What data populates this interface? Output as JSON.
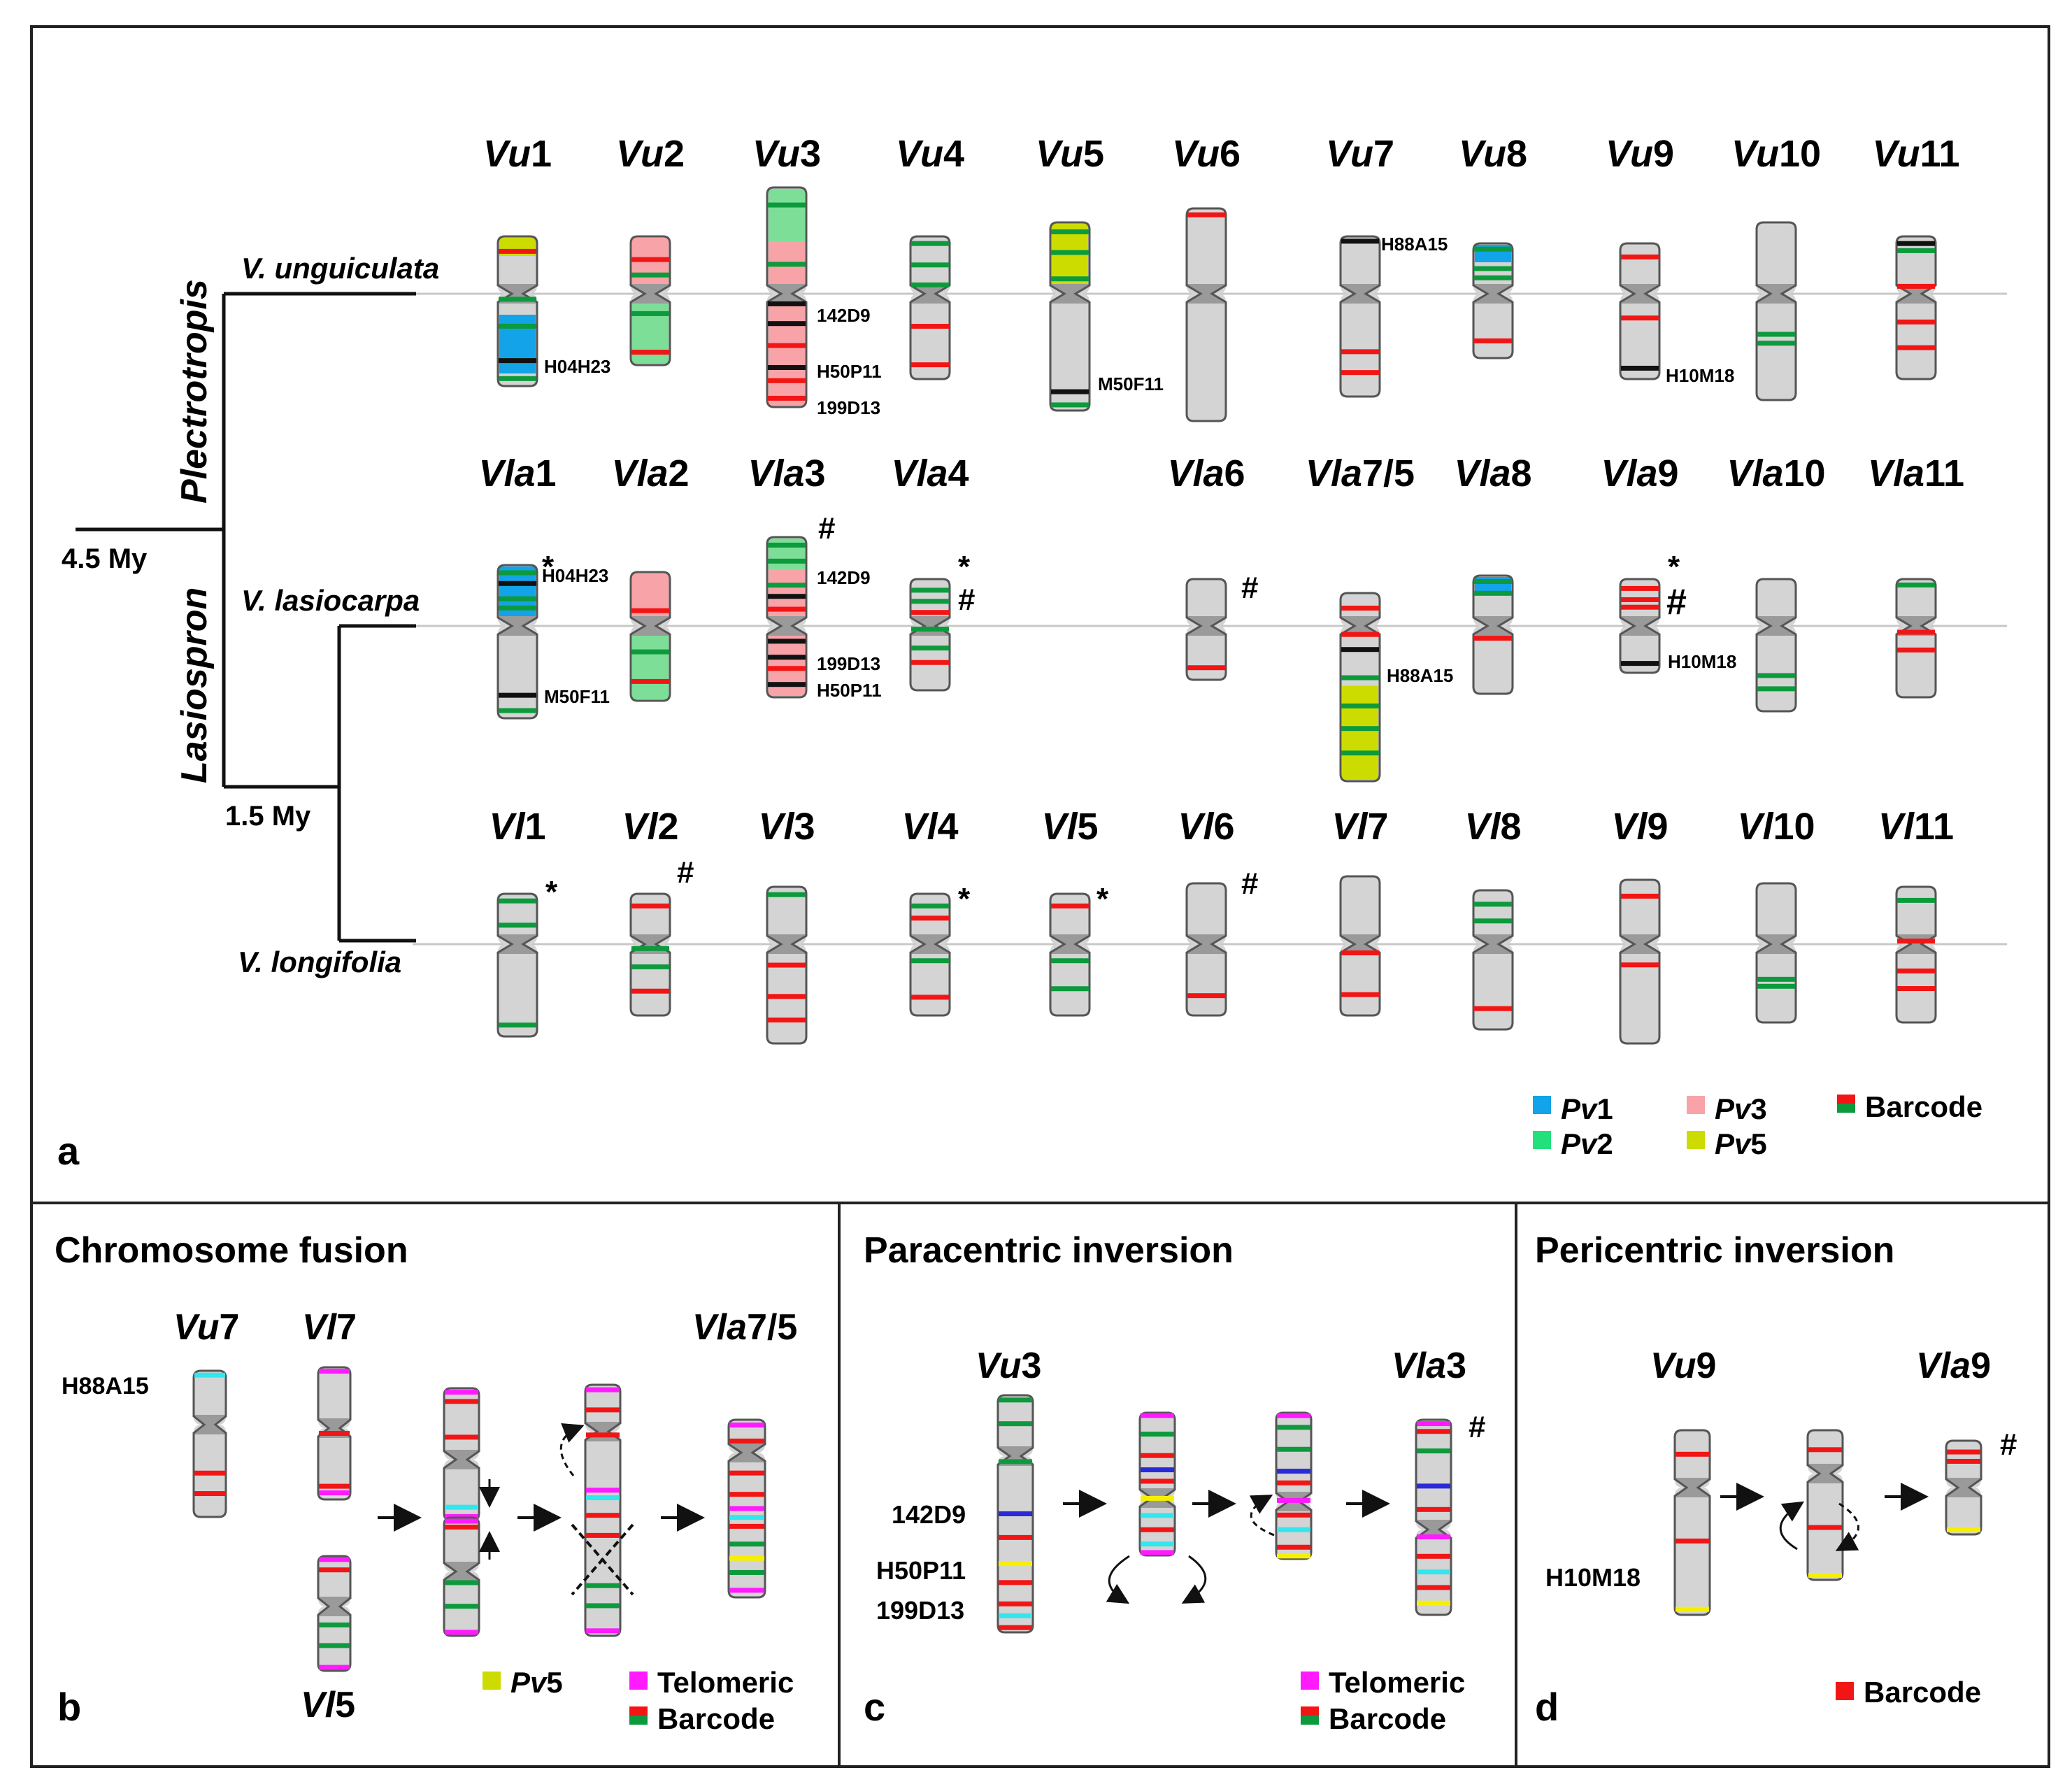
{
  "panel_letters": {
    "a": "a",
    "b": "b",
    "c": "c",
    "d": "d"
  },
  "tree": {
    "clades": {
      "upper": "Plectrotropis",
      "lower": "Lasiospron"
    },
    "species": {
      "vu": "V. unguiculata",
      "vla": "V. lasiocarpa",
      "vl": "V. longifolia"
    },
    "ages": {
      "root": "4.5 My",
      "inner": "1.5 My"
    }
  },
  "colors": {
    "grey": "#d4d4d4",
    "pv1": "#12a3e8",
    "pv2": "#7ddf97",
    "pv3": "#f8a3a8",
    "pv5": "#cddc00",
    "red": "#f21515",
    "green": "#0d9a3c",
    "black": "#111111",
    "magenta": "#ff1aff",
    "cyan": "#33e6ee",
    "blue": "#2a2ad8",
    "yellow": "#f6f000"
  },
  "legend_a": {
    "pv1": {
      "pre": "Pv",
      "num": "1"
    },
    "pv2": {
      "pre": "Pv",
      "num": "2"
    },
    "pv3": {
      "pre": "Pv",
      "num": "3"
    },
    "pv5": {
      "pre": "Pv",
      "num": "5"
    },
    "barcode": "Barcode"
  },
  "rows": [
    {
      "prefix": "Vu",
      "chroms": [
        {
          "n": "1",
          "top": [
            {
              "c": "pv5",
              "f": 0,
              "t": 0.4
            }
          ],
          "bottom": [
            {
              "c": "pv1",
              "f": 0.15,
              "t": 0.85
            }
          ],
          "bands": [
            0.12,
            0.38,
            0.55,
            0.8,
            0.94
          ],
          "bcol": [
            "red",
            "green",
            "green",
            "black",
            "green"
          ]
        },
        {
          "n": "2",
          "top": [
            {
              "c": "pv3",
              "f": 0,
              "t": 1
            }
          ],
          "bottom": [
            {
              "c": "pv2",
              "f": 0,
              "t": 1
            }
          ]
        },
        {
          "n": "3",
          "top": [
            {
              "c": "pv2",
              "f": 0,
              "t": 0.55
            },
            {
              "c": "pv3",
              "f": 0.55,
              "t": 1
            }
          ],
          "bottom": [
            {
              "c": "pv3",
              "f": 0,
              "t": 1
            }
          ]
        },
        {
          "n": "4"
        },
        {
          "n": "5",
          "top": [
            {
              "c": "pv5",
              "f": 0,
              "t": 1
            }
          ]
        },
        {
          "n": "6"
        },
        {
          "n": "7"
        },
        {
          "n": "8",
          "top": [
            {
              "c": "pv1",
              "f": 0,
              "t": 0.45
            }
          ]
        },
        {
          "n": "9"
        },
        {
          "n": "10"
        },
        {
          "n": "11"
        }
      ]
    },
    {
      "prefix": "Vla",
      "chroms": [
        {
          "n": "1",
          "top": [
            {
              "c": "pv1",
              "f": 0,
              "t": 1
            }
          ]
        },
        {
          "n": "2",
          "top": [
            {
              "c": "pv3",
              "f": 0,
              "t": 1
            }
          ],
          "bottom": [
            {
              "c": "pv2",
              "f": 0,
              "t": 1
            }
          ]
        },
        {
          "n": "3",
          "top": [
            {
              "c": "pv2",
              "f": 0,
              "t": 0.4
            },
            {
              "c": "pv3",
              "f": 0.4,
              "t": 1
            }
          ],
          "bottom": [
            {
              "c": "pv3",
              "f": 0,
              "t": 1
            }
          ]
        },
        {
          "n": "4"
        },
        {
          "n": "6"
        },
        {
          "n": "7/5",
          "bottom": [
            {
              "c": "pv5",
              "f": 0.35,
              "t": 1
            }
          ]
        },
        {
          "n": "8",
          "top": [
            {
              "c": "pv1",
              "f": 0,
              "t": 0.45
            }
          ]
        },
        {
          "n": "9"
        },
        {
          "n": "10"
        },
        {
          "n": "11"
        }
      ]
    },
    {
      "prefix": "Vl",
      "chroms": [
        {
          "n": "1"
        },
        {
          "n": "2"
        },
        {
          "n": "3"
        },
        {
          "n": "4"
        },
        {
          "n": "5"
        },
        {
          "n": "6"
        },
        {
          "n": "7"
        },
        {
          "n": "8"
        },
        {
          "n": "9"
        },
        {
          "n": "10"
        },
        {
          "n": "11"
        }
      ]
    }
  ],
  "marks": {
    "star": "*",
    "hash": "#"
  },
  "bac": {
    "h04": "H04H23",
    "d142": "142D9",
    "h50": "H50P11",
    "d199": "199D13",
    "m50": "M50F11",
    "h88": "H88A15",
    "h10": "H10M18"
  },
  "panel_b": {
    "title": "Chromosome fusion",
    "vu7": {
      "pre": "Vu",
      "num": "7"
    },
    "vl7": {
      "pre": "Vl",
      "num": "7"
    },
    "vl5": {
      "pre": "Vl",
      "num": "5"
    },
    "vla75": {
      "pre": "Vla",
      "num": "7/5"
    },
    "bac": "H88A15",
    "legend": {
      "pv5": {
        "pre": "Pv",
        "num": "5"
      },
      "telomeric": "Telomeric",
      "barcode": "Barcode"
    }
  },
  "panel_c": {
    "title": "Paracentric inversion",
    "vu3": {
      "pre": "Vu",
      "num": "3"
    },
    "vla3": {
      "pre": "Vla",
      "num": "3"
    },
    "bacs": [
      "142D9",
      "H50P11",
      "199D13"
    ],
    "legend": {
      "telomeric": "Telomeric",
      "barcode": "Barcode"
    }
  },
  "panel_d": {
    "title": "Pericentric inversion",
    "vu9": {
      "pre": "Vu",
      "num": "9"
    },
    "vla9": {
      "pre": "Vla",
      "num": "9"
    },
    "bac": "H10M18",
    "legend": {
      "barcode": "Barcode"
    }
  }
}
